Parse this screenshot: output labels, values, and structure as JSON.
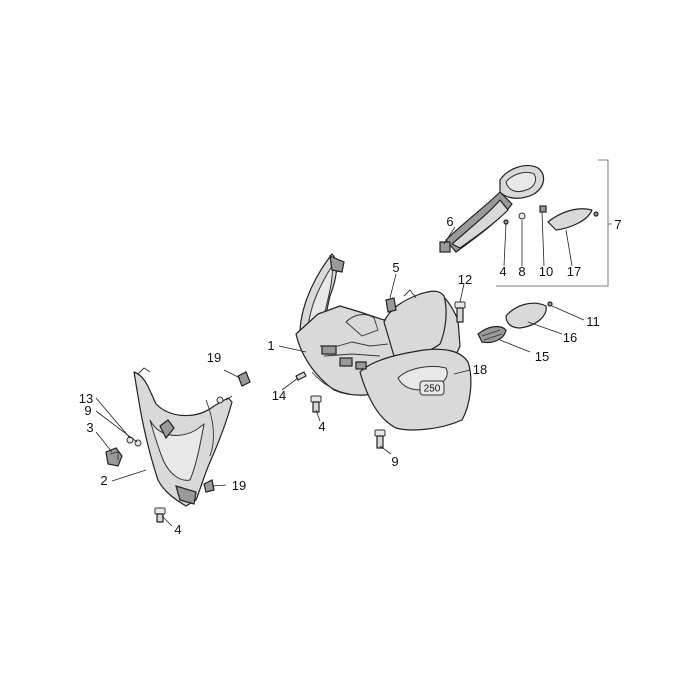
{
  "diagram": {
    "badge": "250",
    "callouts": {
      "c1": "1",
      "c2": "2",
      "c3": "3",
      "c4a": "4",
      "c4b": "4",
      "c4c": "4",
      "c5": "5",
      "c6": "6",
      "c7": "7",
      "c8": "8",
      "c9a": "9",
      "c9b": "9",
      "c10": "10",
      "c11": "11",
      "c12": "12",
      "c13": "13",
      "c14": "14",
      "c15": "15",
      "c16": "16",
      "c17": "17",
      "c18": "18",
      "c19a": "19",
      "c19b": "19"
    }
  }
}
